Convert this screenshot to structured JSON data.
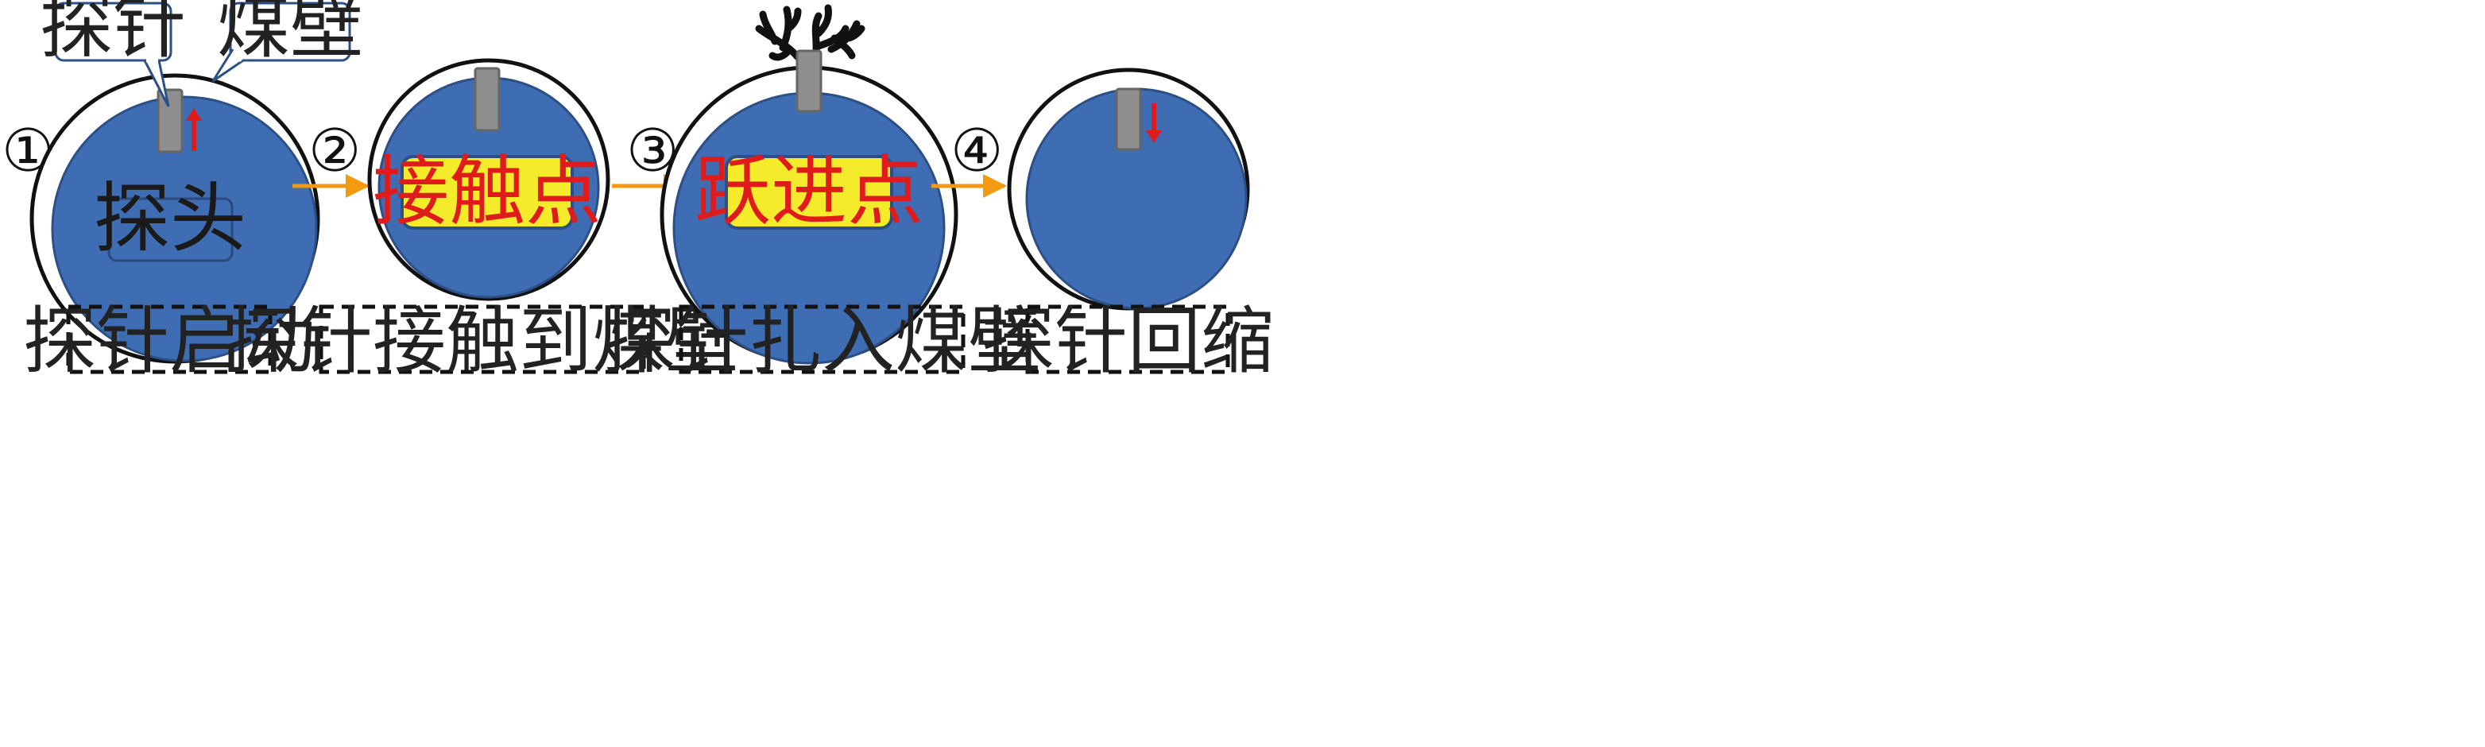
{
  "steps": [
    {
      "number": "①",
      "caption": "探针启动",
      "box_label": "探头",
      "callouts": [
        "探针",
        "煤壁"
      ]
    },
    {
      "number": "②",
      "caption": "探针接触到煤壁",
      "box_label": "接触点"
    },
    {
      "number": "③",
      "caption": "探针扎入煤壁",
      "box_label": "跃进点"
    },
    {
      "number": "④",
      "caption": "探针回缩"
    }
  ],
  "colors": {
    "disk": "#3f6db3",
    "disk_stroke": "#2c4f86",
    "probe": "#8e8e8e",
    "arrow_up": "#e01b1b",
    "flow_arrow": "#f29b12",
    "highlight_box": "#f4ec2a",
    "callout_border": "#2c4f86",
    "caption_border": "#111111"
  }
}
